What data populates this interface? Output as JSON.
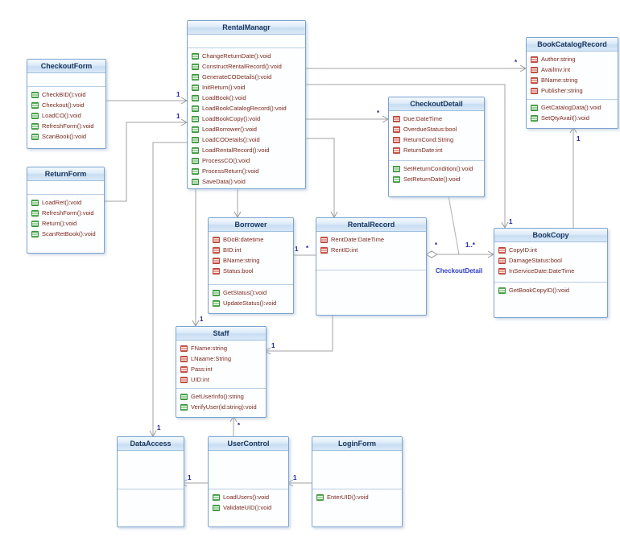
{
  "classes": {
    "checkout_form": {
      "title": "CheckoutForm",
      "attributes": [],
      "methods": [
        "CheckBID():void",
        "Checkout():void",
        "LoadCO():void",
        "RefreshForm():void",
        "ScanBook():void"
      ]
    },
    "return_form": {
      "title": "ReturnForm",
      "attributes": [],
      "methods": [
        "LoadRet():void",
        "RefreshForm():void",
        "Return():void",
        "ScanRetBook():void"
      ]
    },
    "rental_managr": {
      "title": "RentalManagr",
      "attributes": [],
      "methods": [
        "ChangeReturnDate():void",
        "ConstructRentalRecord():void",
        "GenerateCODetails():void",
        "InitReturn():void",
        "LoadBook():void",
        "LoadBookCatalogRecord():void",
        "LoadBookCopy():void",
        "LoadBorrower():void",
        "LoadCODetails():void",
        "LoadRentalRecord():void",
        "ProcessCO():void",
        "ProcessReturn():void",
        "SaveData():void"
      ]
    },
    "book_catalog_record": {
      "title": "BookCatalogRecord",
      "attributes": [
        "Author:string",
        "AvailInv:int",
        "BName:string",
        "Publisher:string"
      ],
      "methods": [
        "GetCatalogData():void",
        "SetQtyAvail():void"
      ]
    },
    "checkout_detail": {
      "title": "CheckoutDetail",
      "attributes": [
        "Due:DateTime",
        "OverdueStatus:bool",
        "ReturnCond:String",
        "ReturnDate:int"
      ],
      "methods": [
        "SetReturnCondition():void",
        "SetReturnDate():void"
      ]
    },
    "borrower": {
      "title": "Borrower",
      "attributes": [
        "BDoB:datetime",
        "BID:int",
        "BName:string",
        "Status:bool"
      ],
      "methods": [
        "GetStatus():void",
        "UpdateStatus():void"
      ]
    },
    "rental_record": {
      "title": "RentalRecord",
      "attributes": [
        "RentDate:DateTime",
        "RentID:int"
      ],
      "methods": []
    },
    "book_copy": {
      "title": "BookCopy",
      "attributes": [
        "CopyID:int",
        "DamageStatus:bool",
        "InServiceDate:DateTime"
      ],
      "methods": [
        "GetBookCopyID():void"
      ]
    },
    "staff": {
      "title": "Staff",
      "attributes": [
        "FName:string",
        "LNaame:String",
        "Pass:int",
        "UID:int"
      ],
      "methods": [
        "GetUserInfo():string",
        "VerifyUser(id:string):void"
      ]
    },
    "data_access": {
      "title": "DataAccess",
      "attributes": [],
      "methods": []
    },
    "user_control": {
      "title": "UserControl",
      "attributes": [],
      "methods": [
        "LoadUsers():void",
        "ValidateUID():void"
      ]
    },
    "login_form": {
      "title": "LoginForm",
      "attributes": [],
      "methods": [
        "EnterUID():void"
      ]
    }
  },
  "associations": {
    "checkout_form_to_rental_managr": "1",
    "return_form_to_rental_managr": "1",
    "rental_managr_to_book_catalog_record": "*",
    "rental_managr_to_checkout_detail": "*",
    "rental_managr_to_book_copy": "1",
    "rental_managr_to_staff": "1",
    "rental_managr_to_data_access": "1",
    "borrower_end": "1",
    "rental_record_end": "*",
    "rental_record_diamond_end": "*",
    "book_copy_end": "1..*",
    "assoc_class_label": "CheckoutDetail",
    "book_copy_to_book_catalog_record": "1",
    "rental_record_to_staff": "1",
    "user_control_to_staff": "*",
    "user_control_to_data_access": "1",
    "login_form_to_user_control": "1"
  },
  "colors": {
    "box_border": "#7ba2d0",
    "title_fill": "#d9e8f7",
    "member_text": "#7c271c",
    "multiplicity_text": "#2121a8",
    "connector": "#a3a3a3",
    "field_icon": "#d4574a",
    "method_icon": "#58b058"
  }
}
